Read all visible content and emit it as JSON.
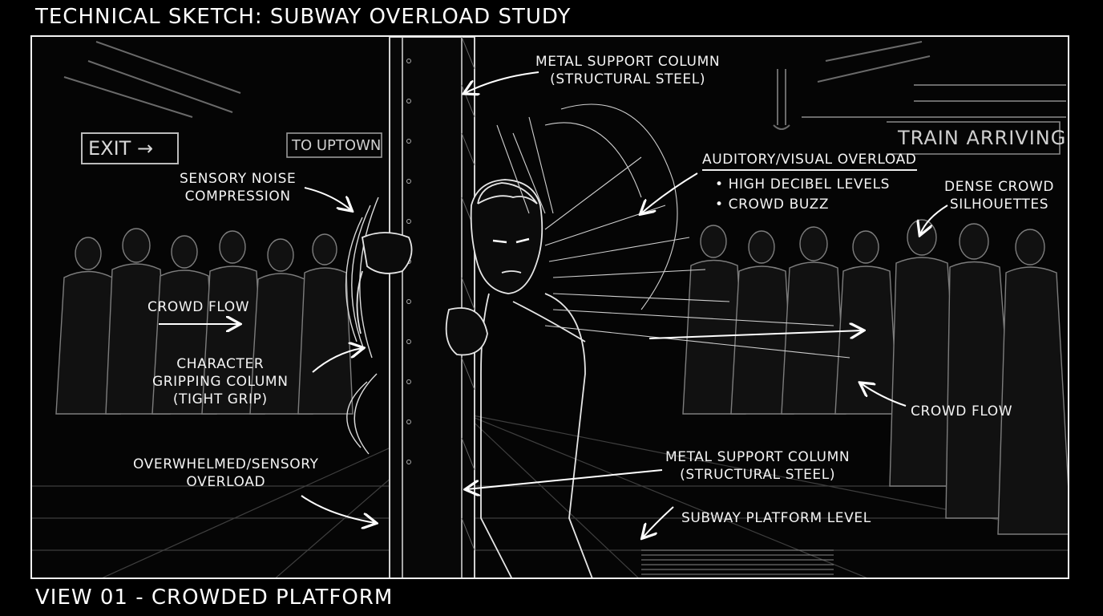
{
  "title": "TECHNICAL SKETCH: SUBWAY OVERLOAD STUDY",
  "footer": "VIEW 01 - CROWDED PLATFORM",
  "signs": {
    "exit": "EXIT →",
    "uptown": "TO UPTOWN",
    "train": "TRAIN ARRIVING"
  },
  "annotations": {
    "column_top": [
      "METAL SUPPORT COLUMN",
      "(STRUCTURAL STEEL)"
    ],
    "column_bottom": [
      "METAL SUPPORT COLUMN",
      "(STRUCTURAL STEEL)"
    ],
    "sensory_noise": [
      "SENSORY NOISE",
      "COMPRESSION"
    ],
    "crowd_flow_left": "CROWD FLOW",
    "gripping": [
      "CHARACTER",
      "GRIPPING COLUMN",
      "(TIGHT GRIP)"
    ],
    "overwhelmed": [
      "OVERWHELMED/SENSORY",
      "OVERLOAD"
    ],
    "auditory_heading": "AUDITORY/VISUAL OVERLOAD",
    "auditory_bullets": [
      "• HIGH DECIBEL LEVELS",
      "• CROWD BUZZ"
    ],
    "dense_crowd": [
      "DENSE CROWD",
      "SILHOUETTES"
    ],
    "crowd_flow_right": "CROWD FLOW",
    "platform": "SUBWAY PLATFORM LEVEL"
  },
  "colors": {
    "background": "#000000",
    "ink": "#f4f4f4",
    "sketch": "#8a8a8a"
  }
}
